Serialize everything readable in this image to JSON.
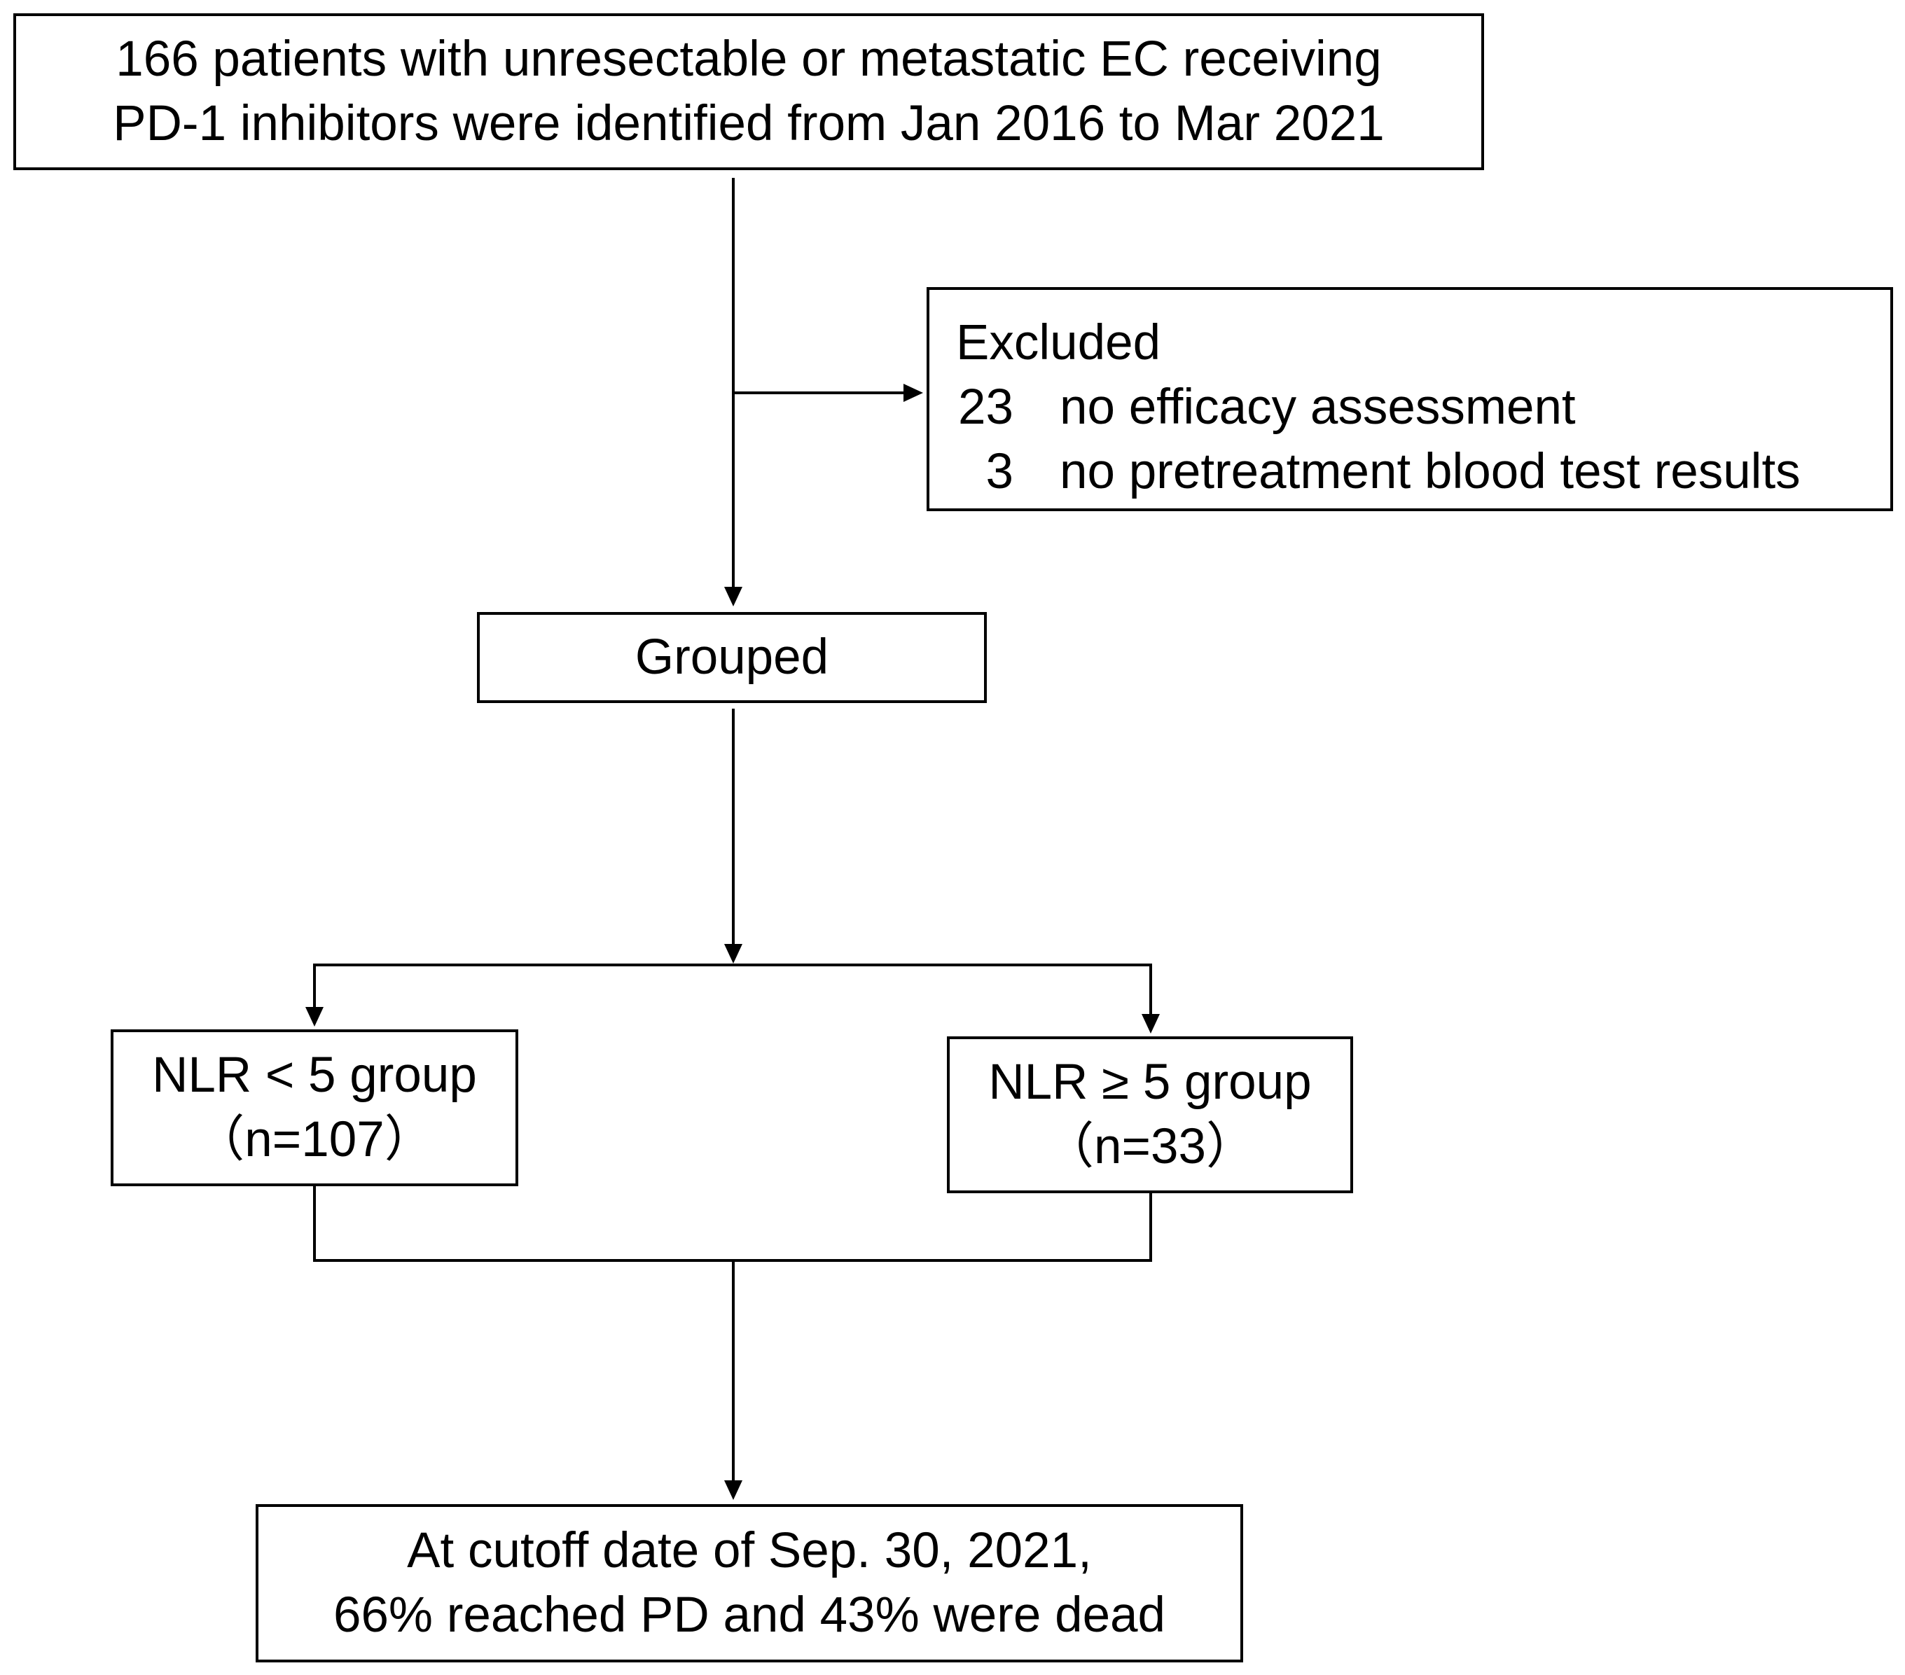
{
  "nodes": {
    "source": {
      "lines": [
        "166 patients with unresectable or metastatic EC receiving",
        "PD-1 inhibitors were identified from Jan 2016 to Mar 2021"
      ]
    },
    "excluded": {
      "title": "Excluded",
      "items": [
        {
          "count": "23",
          "label": "no efficacy assessment"
        },
        {
          "count": "3",
          "label": "no pretreatment blood test results"
        }
      ]
    },
    "grouped": {
      "label": "Grouped"
    },
    "low_nlr": {
      "lines": [
        "NLR < 5 group",
        "（n=107）"
      ]
    },
    "high_nlr": {
      "lines": [
        "NLR ≥ 5 group",
        "（n=33）"
      ]
    },
    "outcome": {
      "lines": [
        "At cutoff date of Sep. 30, 2021,",
        "66% reached PD and 43% were dead"
      ]
    }
  },
  "edges": [
    {
      "from": "source",
      "to": "excluded"
    },
    {
      "from": "source",
      "to": "grouped"
    },
    {
      "from": "grouped",
      "to": "low_nlr"
    },
    {
      "from": "grouped",
      "to": "high_nlr"
    },
    {
      "from": "low_nlr",
      "to": "outcome"
    },
    {
      "from": "high_nlr",
      "to": "outcome"
    }
  ],
  "colors": {
    "stroke": "#000000",
    "background": "#ffffff",
    "text": "#000000"
  }
}
